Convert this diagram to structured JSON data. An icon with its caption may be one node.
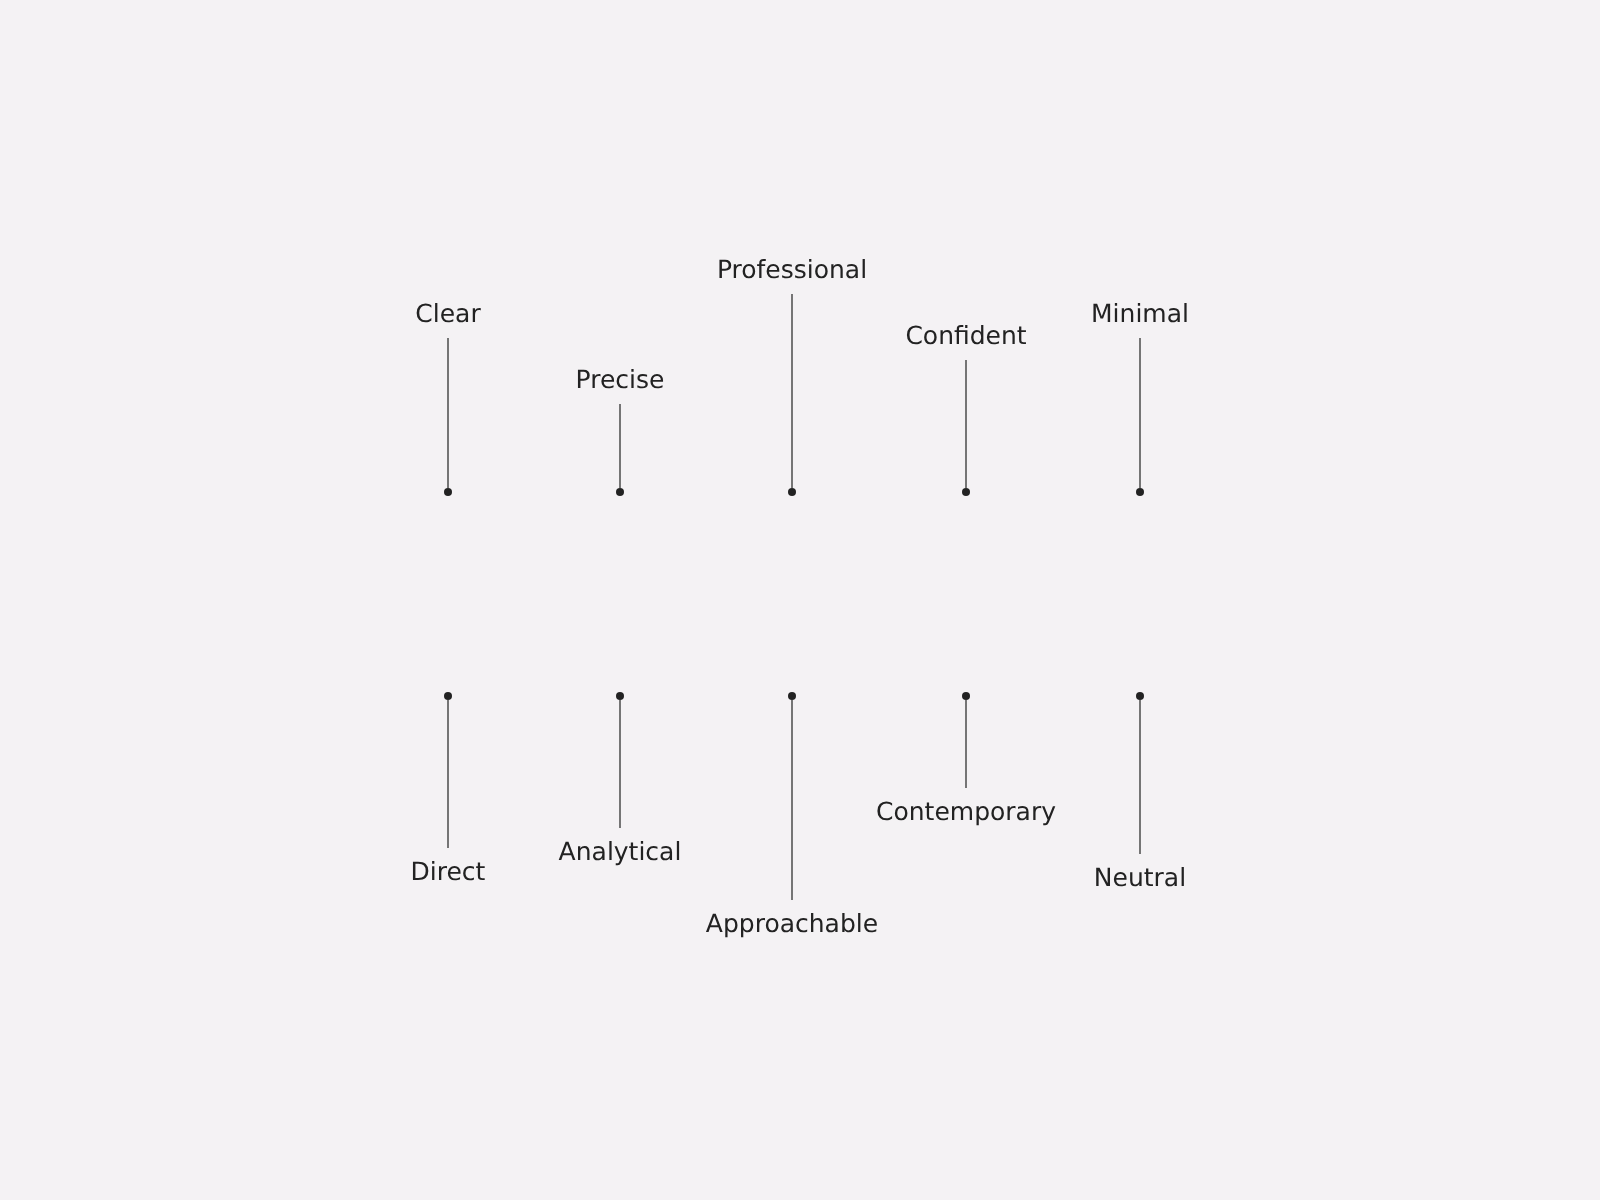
{
  "diagram": {
    "nodes": [
      {
        "text": [
          "Clear"
        ]
      },
      {
        "text": [
          "Precise"
        ]
      },
      {
        "text": [
          "Professional"
        ]
      },
      {
        "text": [
          "Confident"
        ]
      },
      {
        "text": [
          "Minimal"
        ]
      },
      {
        "text": [],
        "shape": "circle"
      },
      {
        "text": [],
        "shape": "circle"
      },
      {
        "text": [],
        "shape": "circle"
      },
      {
        "text": [],
        "shape": "circle"
      },
      {
        "text": [],
        "shape": "circle"
      },
      {
        "text": [],
        "shape": "circle"
      },
      {
        "text": [],
        "shape": "circle"
      },
      {
        "text": [],
        "shape": "circle"
      },
      {
        "text": [],
        "shape": "circle"
      },
      {
        "text": [],
        "shape": "circle"
      },
      {
        "text": [
          "Direct"
        ]
      },
      {
        "text": [
          "Analytical"
        ]
      },
      {
        "text": [
          "Approachable"
        ]
      },
      {
        "text": [
          "Contemporary"
        ]
      },
      {
        "text": [
          "Neutral"
        ]
      }
    ],
    "edges": [
      {
        "from": 0,
        "to": 5,
        "arrow": "none"
      },
      {
        "from": 1,
        "to": 6,
        "arrow": "none"
      },
      {
        "from": 2,
        "to": 7,
        "arrow": "none"
      },
      {
        "from": 3,
        "to": 8,
        "arrow": "none"
      },
      {
        "from": 4,
        "to": 9,
        "arrow": "none"
      },
      {
        "from": 15,
        "to": 10,
        "arrow": "none"
      },
      {
        "from": 16,
        "to": 11,
        "arrow": "none"
      },
      {
        "from": 17,
        "to": 12,
        "arrow": "none"
      },
      {
        "from": 18,
        "to": 13,
        "arrow": "none"
      },
      {
        "from": 19,
        "to": 14,
        "arrow": "none"
      }
    ]
  }
}
